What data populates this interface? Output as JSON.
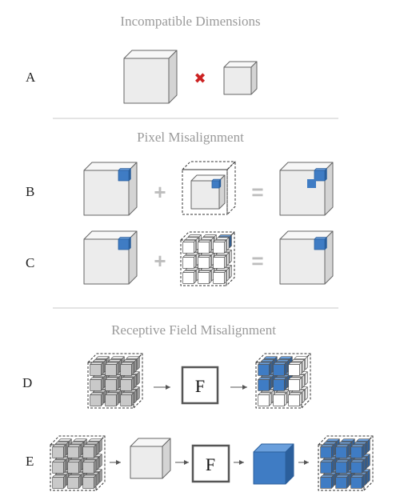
{
  "sections": {
    "incompatible": "Incompatible Dimensions",
    "pixel": "Pixel Misalignment",
    "receptive": "Receptive Field Misalignment"
  },
  "rows": {
    "a": "A",
    "b": "B",
    "c": "C",
    "d": "D",
    "e": "E"
  },
  "symbols": {
    "plus": "+",
    "equals": "=",
    "cross": "✖"
  },
  "function_label": "F",
  "colors": {
    "cube_face": "#ececec",
    "cube_top": "#f7f7f7",
    "cube_side": "#d4d4d4",
    "cube_edge": "#666666",
    "blue_face": "#3f7cc4",
    "blue_top": "#6a9fdc",
    "blue_side": "#2b5f9c",
    "cross": "#cc2222",
    "divider": "#c8c8c8",
    "section_title": "#9a9a9a"
  }
}
